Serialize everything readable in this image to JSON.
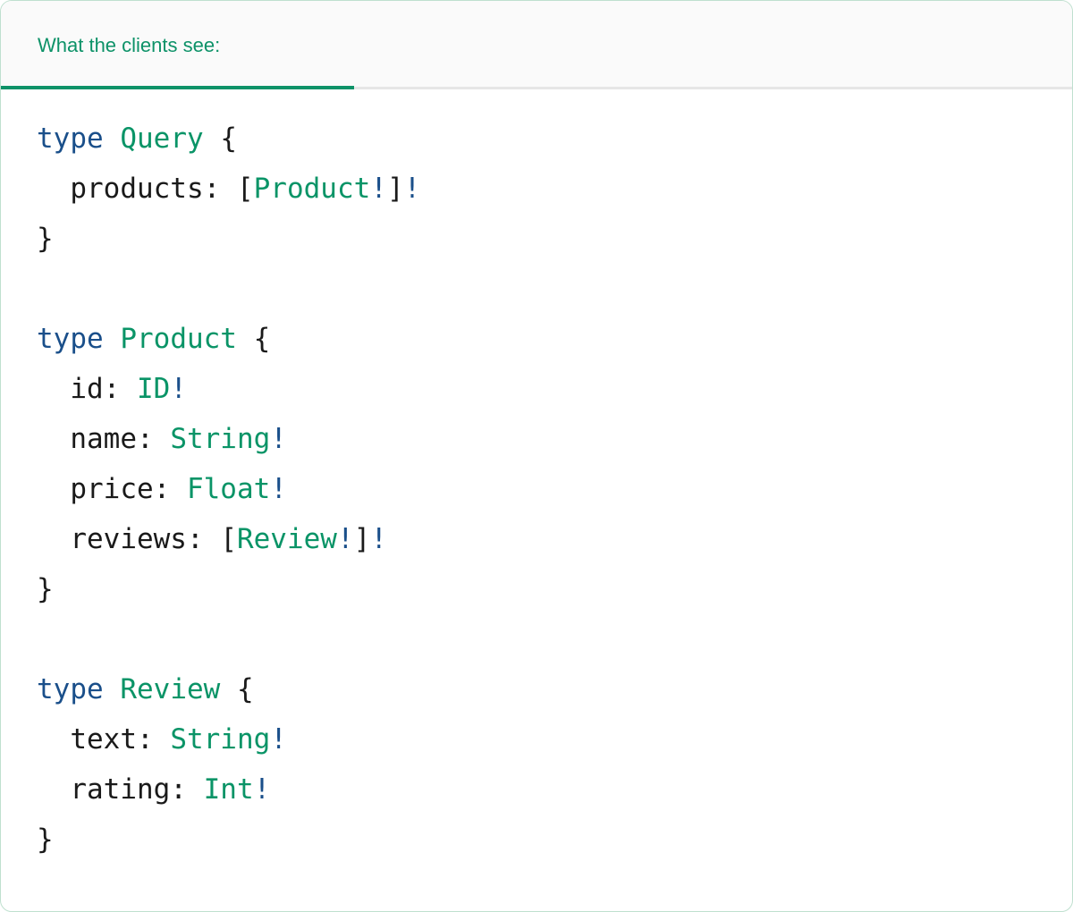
{
  "card": {
    "accent_color": "#0d9268",
    "keyword_color": "#1a4f8a",
    "type_color": "#0a9467",
    "punctuation_color": "#1a1a1a",
    "header_background": "#fafafa",
    "body_background": "#ffffff",
    "border_color": "#bfe0cf"
  },
  "header": {
    "tabs": [
      {
        "label": "What the clients see:",
        "active": true
      }
    ]
  },
  "code": {
    "language": "graphql",
    "lines": [
      {
        "indent": 0,
        "tokens": [
          {
            "t": "type",
            "c": "kw"
          },
          {
            "t": " ",
            "c": "pun"
          },
          {
            "t": "Query",
            "c": "type"
          },
          {
            "t": " {",
            "c": "pun"
          }
        ]
      },
      {
        "indent": 1,
        "tokens": [
          {
            "t": "products: ",
            "c": "field"
          },
          {
            "t": "[",
            "c": "pun"
          },
          {
            "t": "Product",
            "c": "type"
          },
          {
            "t": "!",
            "c": "bang"
          },
          {
            "t": "]",
            "c": "pun"
          },
          {
            "t": "!",
            "c": "bang"
          }
        ]
      },
      {
        "indent": 0,
        "tokens": [
          {
            "t": "}",
            "c": "pun"
          }
        ]
      },
      {
        "indent": 0,
        "tokens": []
      },
      {
        "indent": 0,
        "tokens": [
          {
            "t": "type",
            "c": "kw"
          },
          {
            "t": " ",
            "c": "pun"
          },
          {
            "t": "Product",
            "c": "type"
          },
          {
            "t": " {",
            "c": "pun"
          }
        ]
      },
      {
        "indent": 1,
        "tokens": [
          {
            "t": "id: ",
            "c": "field"
          },
          {
            "t": "ID",
            "c": "type"
          },
          {
            "t": "!",
            "c": "bang"
          }
        ]
      },
      {
        "indent": 1,
        "tokens": [
          {
            "t": "name: ",
            "c": "field"
          },
          {
            "t": "String",
            "c": "type"
          },
          {
            "t": "!",
            "c": "bang"
          }
        ]
      },
      {
        "indent": 1,
        "tokens": [
          {
            "t": "price: ",
            "c": "field"
          },
          {
            "t": "Float",
            "c": "type"
          },
          {
            "t": "!",
            "c": "bang"
          }
        ]
      },
      {
        "indent": 1,
        "tokens": [
          {
            "t": "reviews: ",
            "c": "field"
          },
          {
            "t": "[",
            "c": "pun"
          },
          {
            "t": "Review",
            "c": "type"
          },
          {
            "t": "!",
            "c": "bang"
          },
          {
            "t": "]",
            "c": "pun"
          },
          {
            "t": "!",
            "c": "bang"
          }
        ]
      },
      {
        "indent": 0,
        "tokens": [
          {
            "t": "}",
            "c": "pun"
          }
        ]
      },
      {
        "indent": 0,
        "tokens": []
      },
      {
        "indent": 0,
        "tokens": [
          {
            "t": "type",
            "c": "kw"
          },
          {
            "t": " ",
            "c": "pun"
          },
          {
            "t": "Review",
            "c": "type"
          },
          {
            "t": " {",
            "c": "pun"
          }
        ]
      },
      {
        "indent": 1,
        "tokens": [
          {
            "t": "text: ",
            "c": "field"
          },
          {
            "t": "String",
            "c": "type"
          },
          {
            "t": "!",
            "c": "bang"
          }
        ]
      },
      {
        "indent": 1,
        "tokens": [
          {
            "t": "rating: ",
            "c": "field"
          },
          {
            "t": "Int",
            "c": "type"
          },
          {
            "t": "!",
            "c": "bang"
          }
        ]
      },
      {
        "indent": 0,
        "tokens": [
          {
            "t": "}",
            "c": "pun"
          }
        ]
      }
    ]
  }
}
